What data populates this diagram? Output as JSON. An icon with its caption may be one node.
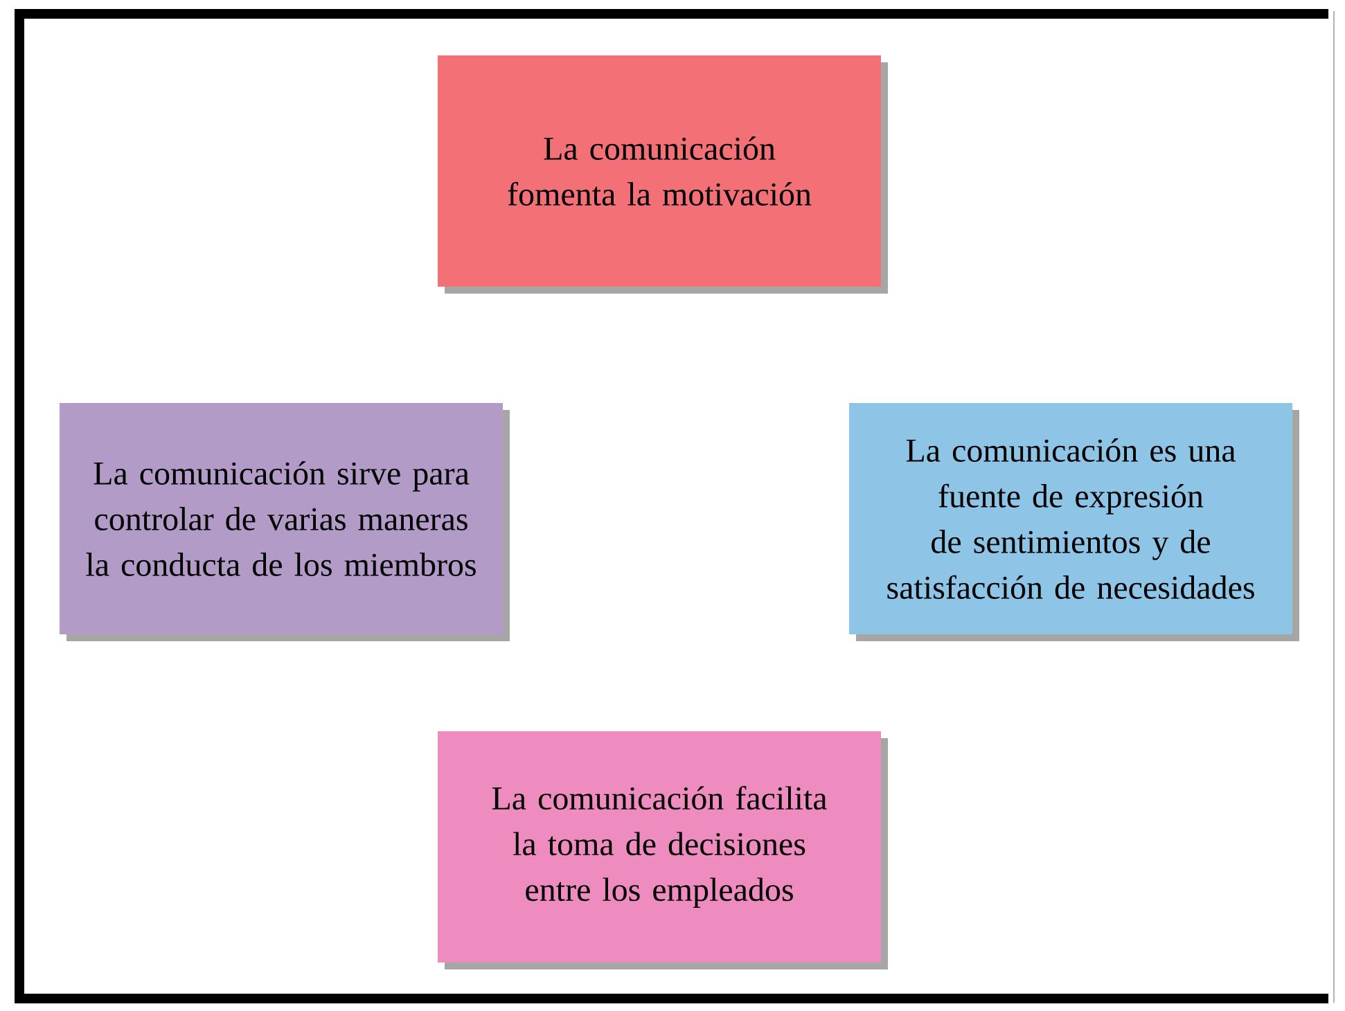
{
  "diagram": {
    "nodes": [
      {
        "text": [
          "La comunicación fomenta la motivación"
        ]
      },
      {
        "text": [
          "La comunicación sirve para controlar de varias maneras la conducta de los miembros"
        ]
      },
      {
        "text": [
          "La comunicación es una fuente de expresión de sentimientos y de satisfacción de necesidades"
        ]
      },
      {
        "text": [
          "La comunicación facilita la toma de decisiones entre los empleados"
        ]
      }
    ]
  }
}
